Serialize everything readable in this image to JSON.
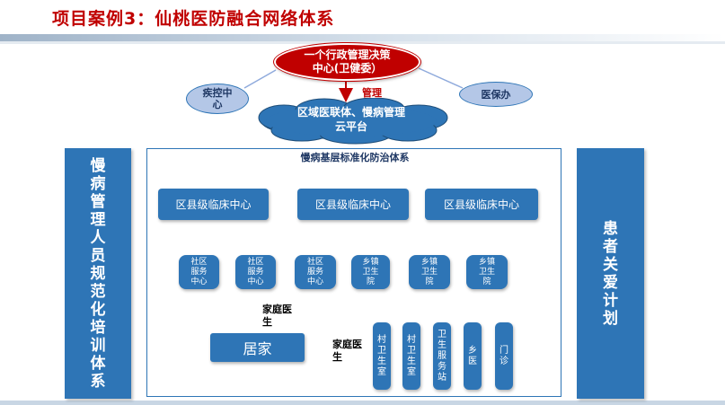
{
  "title": "项目案例3：仙桃医防融合网络体系",
  "top_node": {
    "line1": "一个行政管理决策",
    "line2": "中心(卫健委）"
  },
  "left_oval": {
    "line1": "疾控中",
    "line2": "心"
  },
  "right_oval": "医保办",
  "manage_label": "管理",
  "cloud": {
    "line1": "区域医联体、慢病管理",
    "line2": "云平台"
  },
  "left_panel": "慢病管理人员规范化培训体系",
  "right_panel": "患者关爱计划",
  "system_title": "慢病基层标准化防治体系",
  "clinical_centers": [
    "区县级临床中心",
    "区县级临床中心",
    "区县级临床中心"
  ],
  "second_level": [
    "社区服务中心",
    "社区服务中心",
    "社区服务中心",
    "乡镇卫生院",
    "乡镇卫生院",
    "乡镇卫生院"
  ],
  "village_level": [
    "村卫生室",
    "村卫生室",
    "卫生服务站",
    "乡医",
    "门诊"
  ],
  "home": "居家",
  "family_doctor_1": {
    "line1": "家庭医",
    "line2": "生"
  },
  "family_doctor_2": {
    "line1": "家庭医",
    "line2": "生"
  },
  "colors": {
    "title": "#c00000",
    "box": "#2e75b6",
    "top_node": "#c00000",
    "cloud": "#2e75b6"
  }
}
